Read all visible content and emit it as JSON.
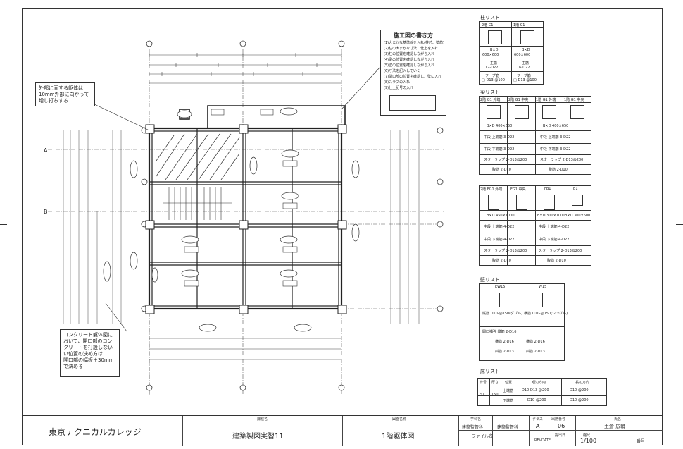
{
  "drawing": {
    "grid_labels": {
      "row_a": "A",
      "row_b": "B"
    },
    "note_outer": {
      "line1": "外部に面する躯体は",
      "line2": "10mm外部に向かって",
      "line3": "増し打ちする"
    },
    "note_concrete": {
      "line1": "コンクリート躯体図に",
      "line2": "おいて、開口部のコン",
      "line3": "クリートを打設しない",
      "line4": "い位置の決め方は",
      "line5": "開口部の幅板＋30mm",
      "line6": "で決める"
    },
    "legend": {
      "title": "施工図の書き方",
      "items": [
        "(1)大まかな基準線を入れ(柱芯、壁芯)",
        "(2)柱の大まかな寸法、仕上を入れ",
        "(3)柱の位置を確認しながら入れ",
        "(4)梁の位置を確認しながら入れ",
        "(5)壁の位置を確認しながら入れ",
        "(6)寸法を記入していく",
        "(7)開口部の位置を確認し、壁に入れ",
        "(8)スラブの入れ",
        "(9)仕上記号の入れ"
      ]
    }
  },
  "schedules": {
    "column_list": {
      "title": "柱リスト",
      "headers": [
        "2階 C1",
        "1階 C1"
      ],
      "size_label": "B×D",
      "sizes": [
        "600×600",
        "600×600"
      ],
      "main_label": "主筋",
      "mains": [
        "12-D22",
        "16-D22"
      ],
      "hoop_label": "フープ筋",
      "hoops": [
        "□-D13 @100",
        "□-D13 @100"
      ]
    },
    "beam_list_1": {
      "title": "梁リスト",
      "headers": [
        "2階 G1 外端",
        "2階 G1 中央",
        "1階 G1 外端",
        "1階 G1 中央"
      ],
      "sizes": [
        "B×D 400×650",
        "B×D 400×650"
      ],
      "rows": [
        "中段 上端筋 3-D22",
        "中段 下端筋 3-D22",
        "スターラップ 2-D13@200",
        "腹筋 2-D10"
      ]
    },
    "beam_list_2": {
      "headers": [
        "2階 FG1 外端",
        "FG1 中央",
        "FB1",
        "B1"
      ],
      "sizes": [
        "B×D 450×1000",
        "B×D 300×1000",
        "B×D 300×600"
      ],
      "rows": [
        "中段 上端筋 4-D22",
        "中段 下端筋 4-D22",
        "スターラップ 2-D13@200",
        "腹筋 2-D10"
      ]
    },
    "wall_list": {
      "title": "壁リスト",
      "headers": [
        "EW15",
        "W15"
      ],
      "rows": [
        "縦筋 D10-@150(ダブル)",
        "横筋 D10-@150(シングル)",
        "開口補強 縦筋 2-D16",
        "横筋 2-D16",
        "斜筋 2-D13"
      ]
    },
    "slab_list": {
      "title": "床リスト",
      "headers": [
        "符号",
        "厚さ",
        "位置",
        "短辺方向",
        "長辺方向"
      ],
      "row": [
        "S1",
        "150",
        "上端筋",
        "D10-D13-@200",
        "D10-@200"
      ],
      "row2": [
        "",
        "",
        "下端筋",
        "D10-@200",
        "D10-@200"
      ]
    }
  },
  "title_block": {
    "school": "東京テクニカルカレッジ",
    "course_label": "課程名",
    "course": "建築製図実習11",
    "drawing_label": "図面名称",
    "drawing": "1階躯体図",
    "dept_label": "学科名",
    "dept": "建築監督科",
    "class_label": "クラス",
    "class": "A",
    "seat_label": "出席番号",
    "seat": "06",
    "name_label": "氏名",
    "name": "土倉 広輔",
    "file_label": "ファイル名",
    "date_label": "提出日",
    "scale_label": "縮尺",
    "scale": "1/100",
    "rev_label": "REVDATE",
    "number_label": "番号"
  }
}
